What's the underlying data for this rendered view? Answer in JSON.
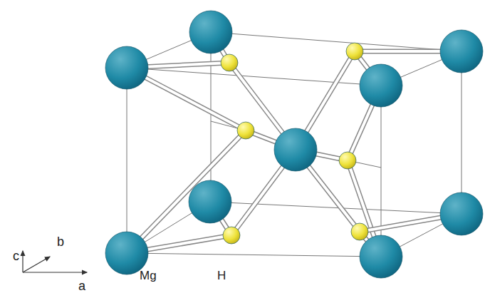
{
  "diagram": {
    "labels": [
      "c",
      "b",
      "a",
      "Mg",
      "H"
    ]
  }
}
